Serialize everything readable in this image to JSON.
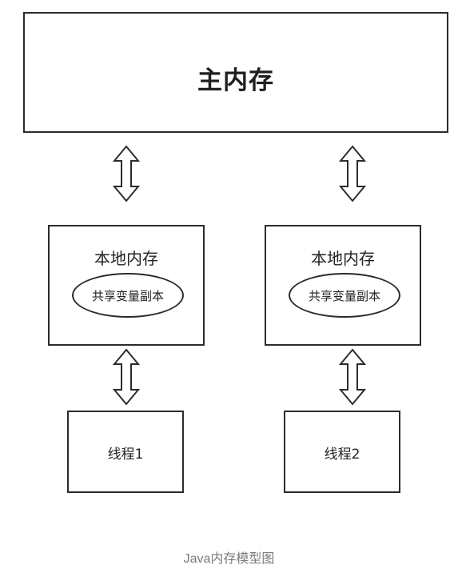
{
  "diagram": {
    "main_memory": {
      "label": "主内存"
    },
    "local_memories": [
      {
        "label": "本地内存",
        "shared_copy": "共享变量副本"
      },
      {
        "label": "本地内存",
        "shared_copy": "共享变量副本"
      }
    ],
    "threads": [
      {
        "label": "线程1"
      },
      {
        "label": "线程2"
      }
    ],
    "arrows": {
      "count": 4,
      "style": "double-headed vertical"
    }
  },
  "caption": "Java内存模型图",
  "colors": {
    "stroke": "#2b2b2b",
    "background": "#ffffff",
    "caption": "#7a7a7a"
  }
}
